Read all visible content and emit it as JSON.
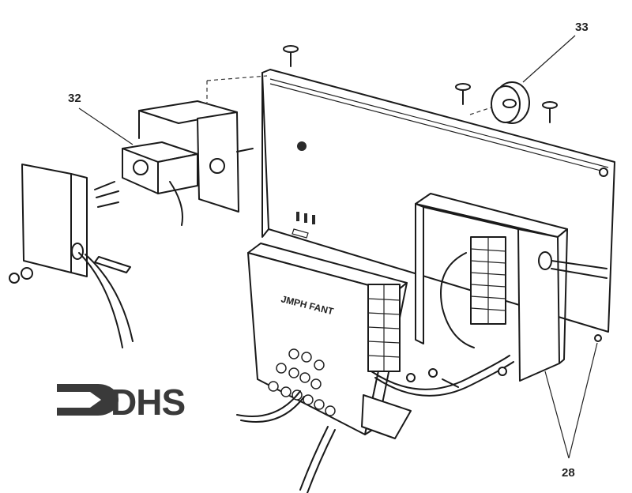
{
  "diagram": {
    "type": "exploded-parts-diagram",
    "callouts": [
      {
        "id": "32",
        "label": "32"
      },
      {
        "id": "33",
        "label": "33"
      },
      {
        "id": "28",
        "label": "28"
      }
    ],
    "panel_label": "JMPH FANT",
    "logo": {
      "text": "DHS",
      "color": "#3a3a3a"
    }
  }
}
